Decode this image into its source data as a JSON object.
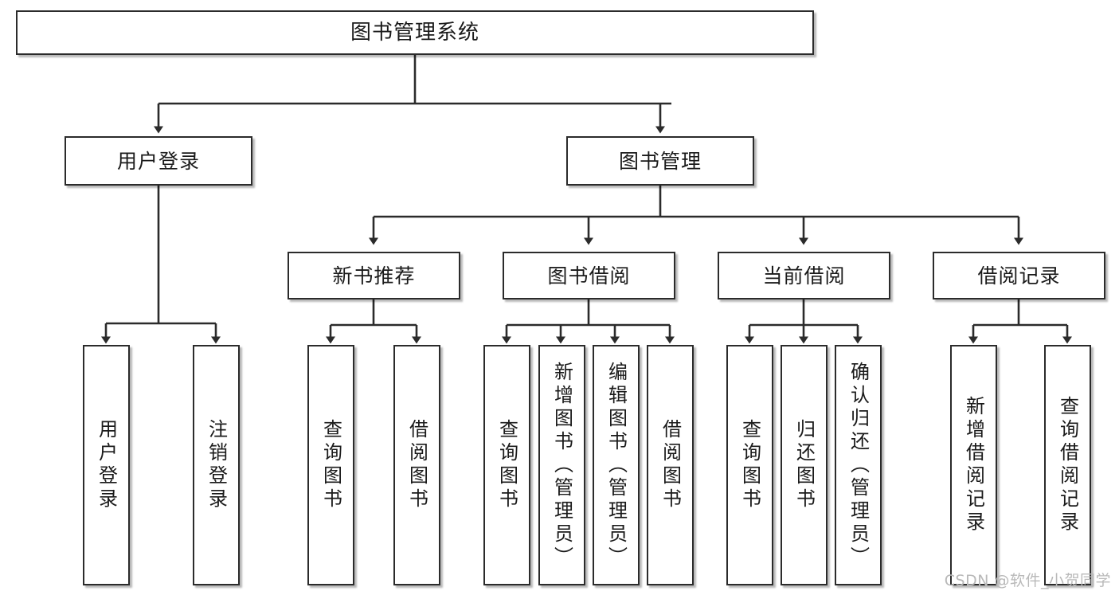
{
  "diagram": {
    "title": "图书管理系统",
    "type": "hierarchy-tree",
    "watermark": "CSDN @软件_小贺同学",
    "colors": {
      "background": "#ffffff",
      "box_border": "#2b2b2b",
      "box_fill": "#ffffff",
      "text": "#1a1a1a",
      "connector": "#2b2b2b",
      "watermark": "#b9b9b9"
    }
  },
  "nodes": {
    "root": {
      "label": "图书管理系统"
    },
    "level2": [
      {
        "id": "user-login",
        "label": "用户登录"
      },
      {
        "id": "book-manage",
        "label": "图书管理"
      }
    ],
    "level3": [
      {
        "id": "new-book-recommend",
        "label": "新书推荐"
      },
      {
        "id": "book-borrow",
        "label": "图书借阅"
      },
      {
        "id": "current-borrow",
        "label": "当前借阅"
      },
      {
        "id": "borrow-record",
        "label": "借阅记录"
      }
    ],
    "leaves": {
      "user_login": [
        {
          "id": "leaf-user-login",
          "label": "用户登录"
        },
        {
          "id": "leaf-logout-login",
          "label": "注销登录"
        }
      ],
      "new_book_recommend": [
        {
          "id": "leaf-query-book-1",
          "label": "查询图书"
        },
        {
          "id": "leaf-borrow-book-1",
          "label": "借阅图书"
        }
      ],
      "book_borrow": [
        {
          "id": "leaf-query-book-2",
          "label": "查询图书"
        },
        {
          "id": "leaf-add-book",
          "label": "新增图书（管理员）"
        },
        {
          "id": "leaf-edit-book",
          "label": "编辑图书（管理员）"
        },
        {
          "id": "leaf-borrow-book-2",
          "label": "借阅图书"
        }
      ],
      "current_borrow": [
        {
          "id": "leaf-query-book-3",
          "label": "查询图书"
        },
        {
          "id": "leaf-return-book",
          "label": "归还图书"
        },
        {
          "id": "leaf-confirm-return",
          "label": "确认归还（管理员）"
        }
      ],
      "borrow_record": [
        {
          "id": "leaf-add-borrow-record",
          "label": "新增借阅记录"
        },
        {
          "id": "leaf-query-borrow-record",
          "label": "查询借阅记录"
        }
      ]
    }
  }
}
